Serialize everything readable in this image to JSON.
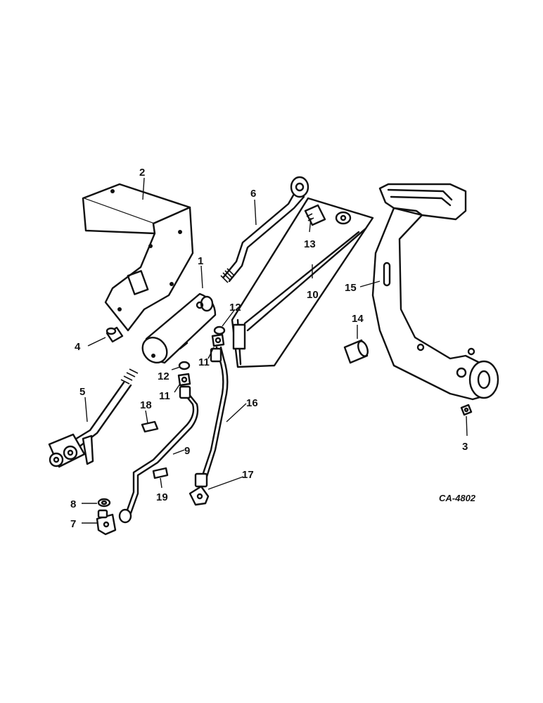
{
  "figure_code": "CA-4802",
  "callouts": {
    "c1": "1",
    "c2": "2",
    "c3": "3",
    "c4": "4",
    "c5": "5",
    "c6": "6",
    "c7": "7",
    "c8": "8",
    "c9": "9",
    "c10": "10",
    "c11a": "11",
    "c11b": "11",
    "c12a": "12",
    "c12b": "12",
    "c13": "13",
    "c14": "14",
    "c15": "15",
    "c16": "16",
    "c17": "17",
    "c18": "18",
    "c19": "19"
  }
}
